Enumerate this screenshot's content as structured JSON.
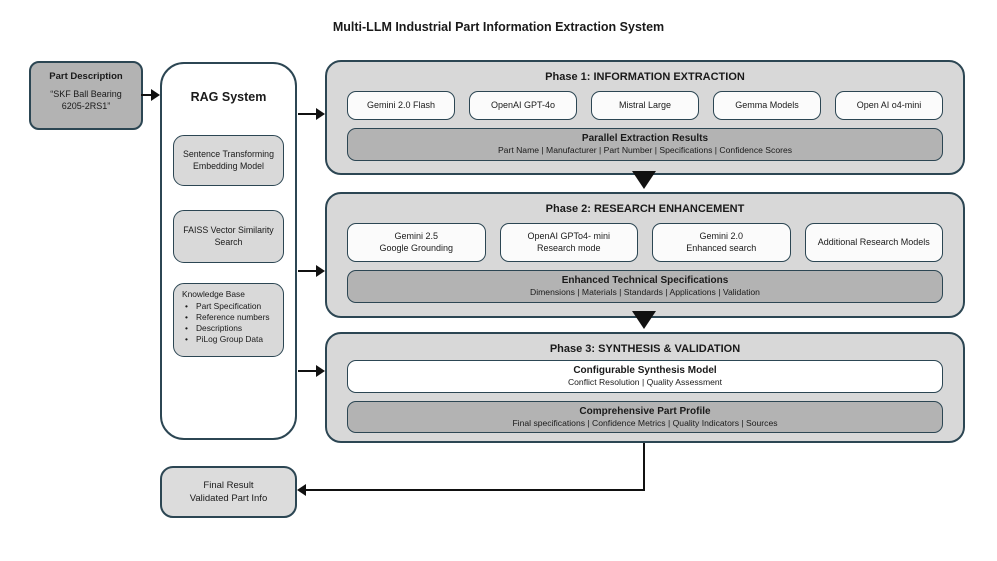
{
  "title": "Multi-LLM Industrial Part Information Extraction System",
  "colors": {
    "border": "#2c4653",
    "panel_fill": "#d8d8d8",
    "bar_fill": "#b3b3b3",
    "module_fill": "#d9d9d9",
    "white_box_fill": "#fbfbfb",
    "arrow": "#111111"
  },
  "input": {
    "title": "Part Description",
    "value": "“SKF Ball Bearing 6205-2RS1”"
  },
  "rag": {
    "title": "RAG System",
    "modules": [
      {
        "label": "Sentence Transforming Embedding Model"
      },
      {
        "label": "FAISS Vector Similarity Search"
      },
      {
        "title": "Knowledge Base",
        "bullets": [
          "Part Specification",
          "Reference numbers",
          "Descriptions",
          "PiLog Group Data"
        ]
      }
    ]
  },
  "phases": [
    {
      "title": "Phase 1: INFORMATION EXTRACTION",
      "models": [
        "Gemini 2.0 Flash",
        "OpenAI GPT-4o",
        "Mistral Large",
        "Gemma Models",
        "Open AI o4-mini"
      ],
      "result": {
        "title": "Parallel Extraction Results",
        "detail": "Part Name | Manufacturer | Part Number | Specifications | Confidence Scores"
      }
    },
    {
      "title": "Phase 2: RESEARCH ENHANCEMENT",
      "models": [
        {
          "line1": "Gemini 2.5",
          "line2": "Google Grounding"
        },
        {
          "line1": "OpenAI GPTo4- mini",
          "line2": "Research mode"
        },
        {
          "line1": "Gemini 2.0",
          "line2": "Enhanced search"
        },
        {
          "line1": "Additional Research Models",
          "line2": ""
        }
      ],
      "result": {
        "title": "Enhanced Technical Specifications",
        "detail": "Dimensions | Materials | Standards | Applications | Validation"
      }
    },
    {
      "title": "Phase 3: SYNTHESIS & VALIDATION",
      "synthesis": {
        "title": "Configurable Synthesis Model",
        "detail": "Conflict Resolution | Quality Assessment"
      },
      "profile": {
        "title": "Comprehensive Part Profile",
        "detail": "Final specifications | Confidence Metrics | Quality Indicators | Sources"
      }
    }
  ],
  "output": {
    "line1": "Final Result",
    "line2": "Validated Part Info"
  }
}
